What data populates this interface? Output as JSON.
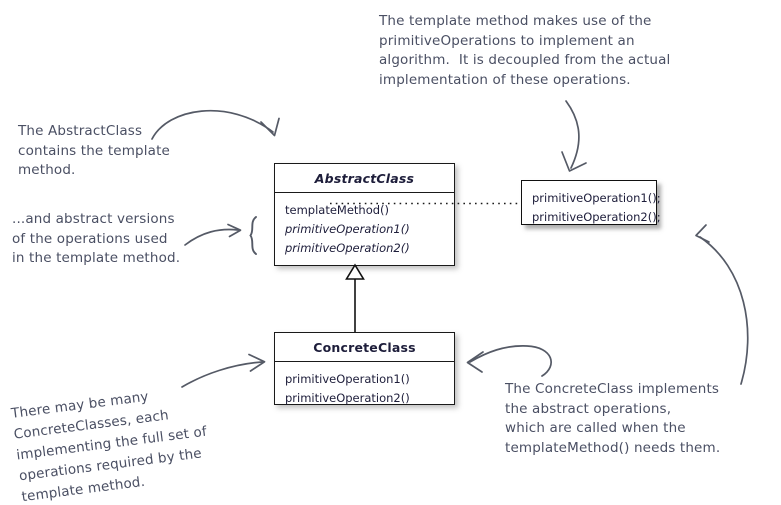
{
  "diagram": {
    "title": "Template Method Pattern class diagram",
    "ink_color": "#555a66",
    "class_text_color": "#1d1d3a",
    "border_color": "#111111"
  },
  "abstract_class": {
    "name": "AbstractClass",
    "operations": [
      "templateMethod()",
      "primitiveOperation1()",
      "primitiveOperation2()"
    ]
  },
  "concrete_class": {
    "name": "ConcreteClass",
    "operations": [
      "primitiveOperation1()",
      "primitiveOperation2()"
    ]
  },
  "code_note": {
    "lines": [
      "primitiveOperation1();",
      "primitiveOperation2();"
    ]
  },
  "annotations": {
    "top": [
      "The template method makes use of the",
      "primitiveOperations to implement an",
      "algorithm.  It is decoupled from the actual",
      "implementation of these operations."
    ],
    "upper_left": [
      "The AbstractClass",
      "contains the template",
      "method."
    ],
    "left_second": [
      "...and abstract versions",
      "of the operations used",
      "in the template method."
    ],
    "bottom_left": [
      "There may be many",
      "ConcreteClasses, each",
      "implementing the full set of",
      "operations required by the",
      "template method."
    ],
    "bottom_right": [
      "The ConcreteClass implements",
      "the abstract operations,",
      "which are called when the",
      "templateMethod() needs them."
    ]
  }
}
